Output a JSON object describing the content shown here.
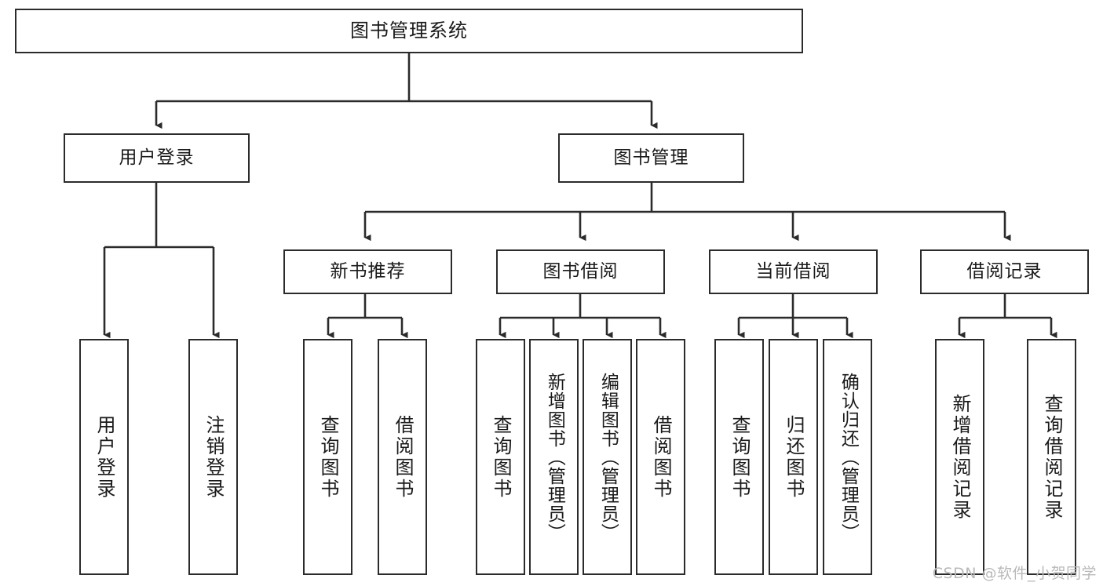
{
  "diagram": {
    "title": "图书管理系统",
    "type": "tree-hierarchy-functional-decomposition",
    "colors": {
      "stroke": "#2b2b2b",
      "fill": "#ffffff",
      "text": "#1a1a1a",
      "watermark": "#b9b9b9"
    },
    "nodes": {
      "root": {
        "label": "图书管理系统"
      },
      "level1": [
        {
          "id": "user-login",
          "label": "用户登录"
        },
        {
          "id": "book-management",
          "label": "图书管理"
        }
      ],
      "level2": [
        {
          "id": "new-book-recommend",
          "label": "新书推荐"
        },
        {
          "id": "book-borrow",
          "label": "图书借阅"
        },
        {
          "id": "current-borrow",
          "label": "当前借阅"
        },
        {
          "id": "borrow-record",
          "label": "借阅记录"
        }
      ],
      "leaves": {
        "user-login": [
          {
            "id": "leaf-user-login",
            "label": "用户登录"
          },
          {
            "id": "leaf-user-logout",
            "label": "注销登录"
          }
        ],
        "new-book-recommend": [
          {
            "id": "leaf-query-book-1",
            "label": "查询图书"
          },
          {
            "id": "leaf-borrow-book-1",
            "label": "借阅图书"
          }
        ],
        "book-borrow": [
          {
            "id": "leaf-query-book-2",
            "label": "查询图书"
          },
          {
            "id": "leaf-add-book",
            "label": "新增图书（管理员）"
          },
          {
            "id": "leaf-edit-book",
            "label": "编辑图书（管理员）"
          },
          {
            "id": "leaf-borrow-book-2",
            "label": "借阅图书"
          }
        ],
        "current-borrow": [
          {
            "id": "leaf-query-book-3",
            "label": "查询图书"
          },
          {
            "id": "leaf-return-book",
            "label": "归还图书"
          },
          {
            "id": "leaf-confirm-return",
            "label": "确认归还（管理员）"
          }
        ],
        "borrow-record": [
          {
            "id": "leaf-add-record",
            "label": "新增借阅记录"
          },
          {
            "id": "leaf-query-record",
            "label": "查询借阅记录"
          }
        ]
      }
    }
  },
  "watermark": {
    "text": "CSDN @软件_小贺同学"
  }
}
